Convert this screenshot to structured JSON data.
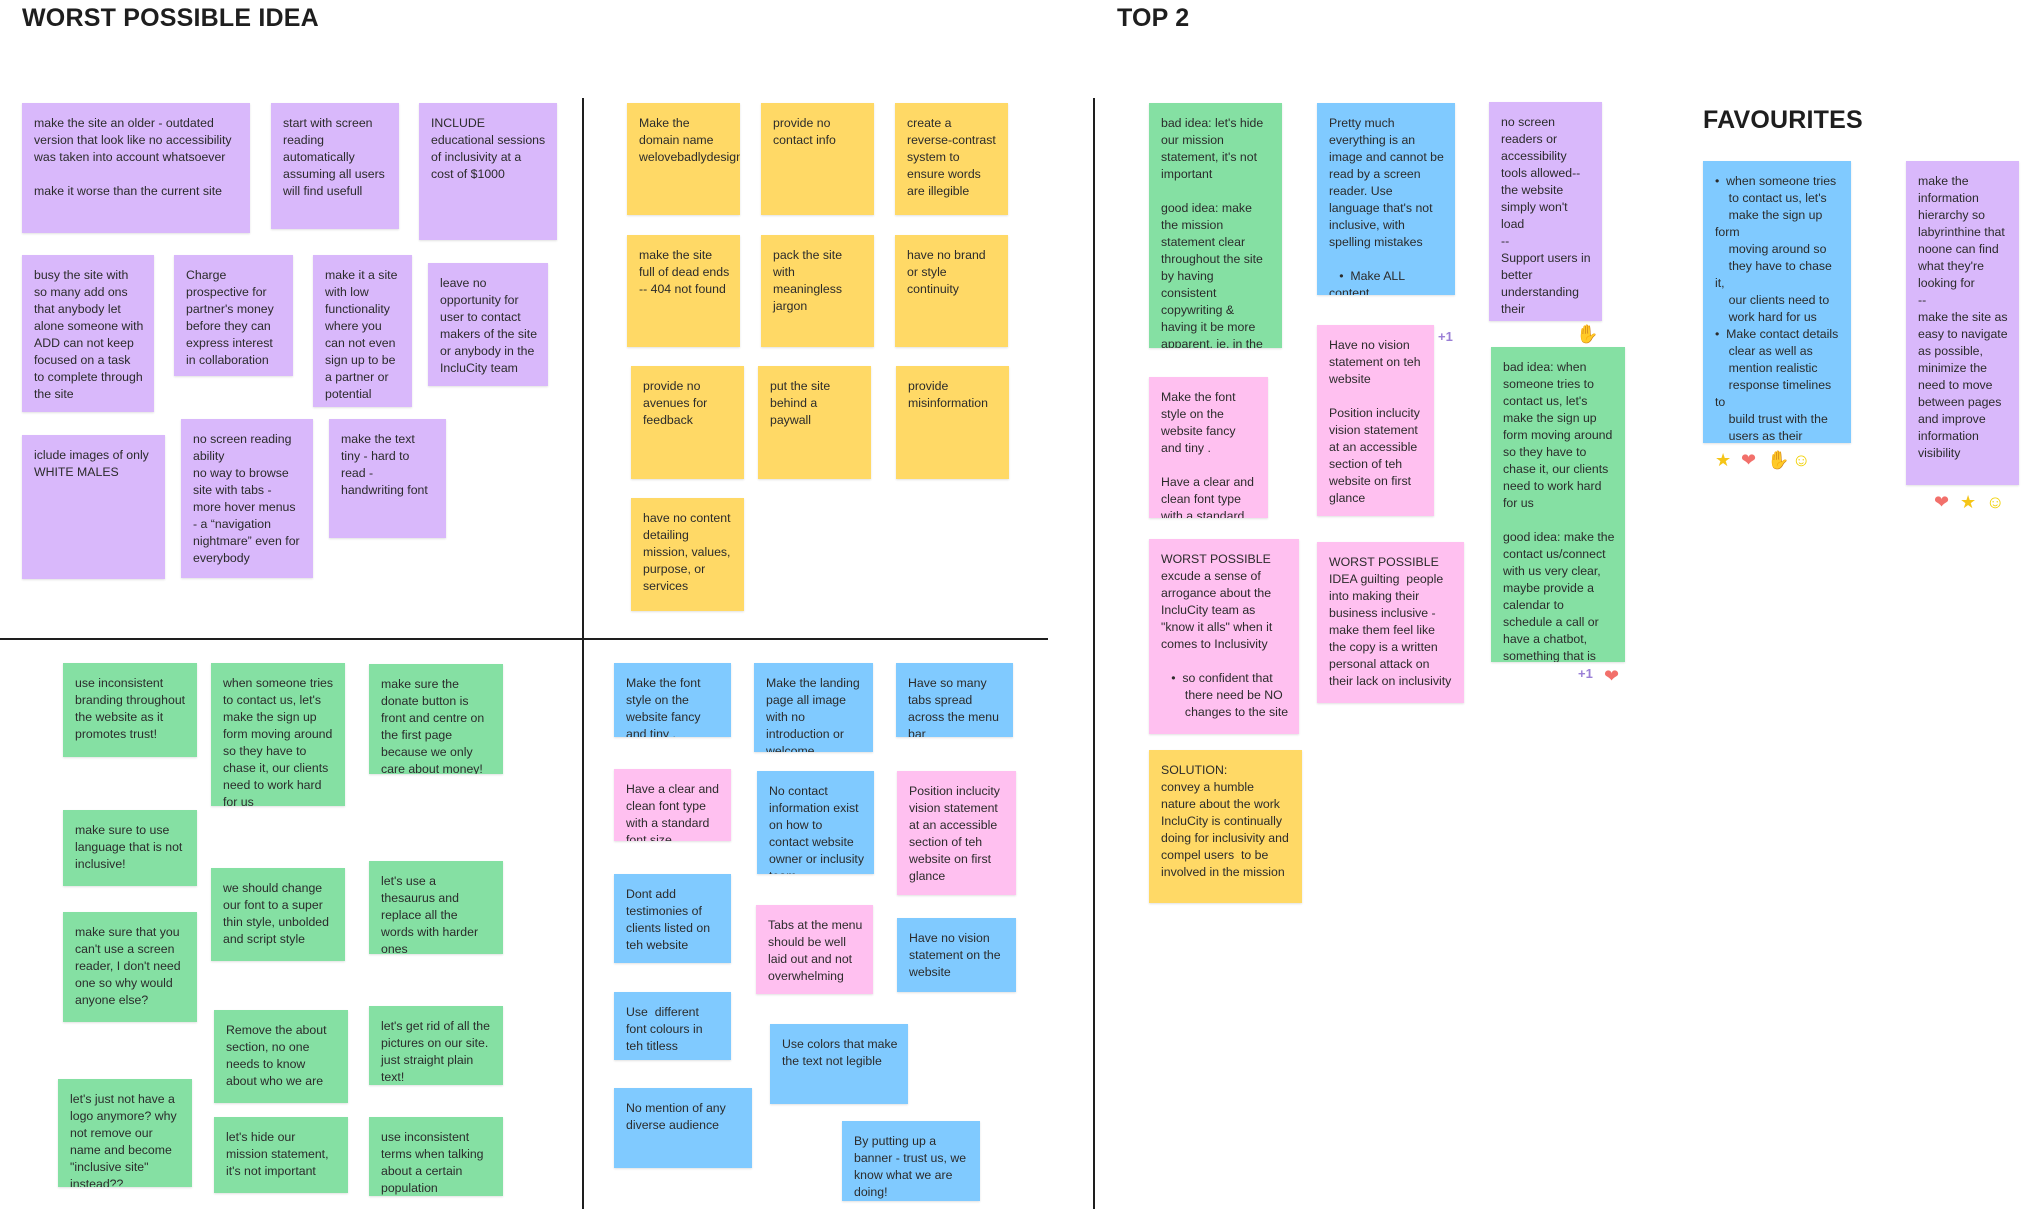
{
  "sections": {
    "worst": "WORST POSSIBLE IDEA",
    "top2": "TOP 2",
    "favourites": "FAVOURITES"
  },
  "colors": {
    "purple": "#d9b8fb",
    "yellow": "#ffd966",
    "green": "#85e0a3",
    "blue": "#80caff",
    "pink": "#ffc0f0"
  },
  "notes": [
    {
      "color": "purple",
      "text": "make the site an older - outdated version that look like no accessibility was taken into account whatsoever\n\nmake it worse than the current site"
    },
    {
      "color": "purple",
      "text": "start with screen reading automatically assuming all users will find usefull"
    },
    {
      "color": "purple",
      "text": "INCLUDE educational sessions of inclusivity at a cost of $1000"
    },
    {
      "color": "purple",
      "text": "busy the site with so many add ons that anybody let alone someone with ADD can not keep focused on a task to complete through the site"
    },
    {
      "color": "purple",
      "text": "Charge prospective for partner's money before they can express interest in collaboration"
    },
    {
      "color": "purple",
      "text": "make it a site with low functionality where you can not even sign up to be  a partner or potential tester"
    },
    {
      "color": "purple",
      "text": "leave no opportunity for user to contact makers of the site or anybody in the IncluCity team"
    },
    {
      "color": "purple",
      "text": "iclude images of only WHITE MALES"
    },
    {
      "color": "purple",
      "text": "no screen reading ability\nno way to browse site with tabs - more hover menus - a “navigation nightmare” even for everybody"
    },
    {
      "color": "purple",
      "text": "make the text tiny - hard to read - handwriting font"
    },
    {
      "color": "yellow",
      "text": "Make the domain name welovebadlydesignedwebsites.com"
    },
    {
      "color": "yellow",
      "text": "provide no contact info"
    },
    {
      "color": "yellow",
      "text": "create a reverse-contrast system to ensure words are illegible"
    },
    {
      "color": "yellow",
      "text": "make the site full of dead ends -- 404 not found"
    },
    {
      "color": "yellow",
      "text": "pack the site with meaningless jargon"
    },
    {
      "color": "yellow",
      "text": "have no brand or style continuity"
    },
    {
      "color": "yellow",
      "text": "provide no avenues for feedback"
    },
    {
      "color": "yellow",
      "text": "put the site behind a paywall"
    },
    {
      "color": "yellow",
      "text": "provide misinformation"
    },
    {
      "color": "yellow",
      "text": "have no content detailing mission, values, purpose, or services"
    },
    {
      "color": "green",
      "text": "use inconsistent branding throughout the website as it promotes trust!"
    },
    {
      "color": "green",
      "text": "when someone tries to contact us, let's make the sign up form moving around so they have to chase it, our clients need to work hard for us"
    },
    {
      "color": "green",
      "text": "make sure the donate button is front and centre on the first page because we only care about money!"
    },
    {
      "color": "green",
      "text": "make sure to use language that is not inclusive!"
    },
    {
      "color": "green",
      "text": "make sure that you can't use a screen reader, I don't need one so why would anyone else?"
    },
    {
      "color": "green",
      "text": "we should change our font to a super thin style, unbolded and script style"
    },
    {
      "color": "green",
      "text": "let's use a thesaurus and replace all the words with harder ones"
    },
    {
      "color": "green",
      "text": "Remove the about section, no one needs to know about who we are"
    },
    {
      "color": "green",
      "text": "let's get rid of all the pictures on our site. just straight plain text!"
    },
    {
      "color": "green",
      "text": "let's just not have a logo anymore? why not remove our name and become \"inclusive site\" instead??"
    },
    {
      "color": "green",
      "text": "let's hide our mission statement, it's not important"
    },
    {
      "color": "green",
      "text": "use inconsistent terms when talking about a certain population"
    },
    {
      "color": "blue",
      "text": "Make the font style on the website fancy and tiny ."
    },
    {
      "color": "blue",
      "text": "Make the landing page all image with no introduction or welcome statement"
    },
    {
      "color": "blue",
      "text": "Have so many tabs spread across the menu bar"
    },
    {
      "color": "pink",
      "text": "Have a clear and clean font type with a standard font size"
    },
    {
      "color": "blue",
      "text": "No contact information exist on how to contact website owner or inclusity team"
    },
    {
      "color": "pink",
      "text": "Position inclucity vision statement at an accessible section of teh website on first glance"
    },
    {
      "color": "blue",
      "text": "Dont add testimonies of clients listed on teh website"
    },
    {
      "color": "pink",
      "text": "Tabs at the menu should be well laid out and not overwhelming"
    },
    {
      "color": "blue",
      "text": "Have no vision statement on the website"
    },
    {
      "color": "blue",
      "text": "Use  different font colours in teh titless"
    },
    {
      "color": "blue",
      "text": "Use colors that make the text not legible"
    },
    {
      "color": "blue",
      "text": "No mention of any diverse audience"
    },
    {
      "color": "blue",
      "text": "By putting up a banner - trust us, we know what we are doing!"
    },
    {
      "color": "green",
      "text": "bad idea: let's hide our mission statement, it's not important\n\ngood idea: make the mission statement clear throughout the site by having consistent copywriting & having it be more apparent, ie. in the footer or something like that"
    },
    {
      "color": "blue",
      "text": "Pretty much everything is an image and cannot be read by a screen reader. Use language that's not inclusive, with spelling mistakes\n\n   •  Make ALL content\n       screen-reader\n       friendly"
    },
    {
      "color": "purple",
      "text": "no screen readers or accessibility tools allowed-- the website simply won't load\n--\nSupport users in better understanding their accessibility options"
    },
    {
      "color": "pink",
      "text": "Make the font style on the website fancy and tiny .\n\nHave a clear and clean font type with a standard font size"
    },
    {
      "color": "pink",
      "text": "Have no vision statement on teh website\n\nPosition inclucity vision statement at an accessible section of teh website on first glance"
    },
    {
      "color": "green",
      "text": "bad idea: when someone tries to contact us, let's make the sign up form moving around so they have to chase it, our clients need to work hard for us\n\ngood idea: make the contact us/connect with us very clear, maybe provide a calendar to schedule a call or have a chatbot, something that is more then filling out a form"
    },
    {
      "color": "pink",
      "text": "WORST POSSIBLE\nexcude a sense of arrogance about the IncluCity team as \"know it alls\" when it comes to Inclusivity\n\n   •  so confident that\n       there need be NO\n       changes to the site"
    },
    {
      "color": "pink",
      "text": "WORST POSSIBLE IDEA guilting  people into making their business inclusive - make them feel like the copy is a written personal attack on their lack on inclusivity"
    },
    {
      "color": "yellow",
      "text": "SOLUTION:\nconvey a humble nature about the work IncluCity is continually doing for inclusivity and compel users  to be involved in the mission"
    },
    {
      "color": "blue",
      "text": "•  when someone tries\n    to contact us, let's\n    make the sign up form\n    moving around so\n    they have to chase it,\n    our clients need to\n    work hard for us\n•  Make contact details\n    clear as well as\n    mention realistic\n    response timelines to\n    build trust with the\n    users as their\n    expectations have\n    been met"
    },
    {
      "color": "purple",
      "text": "make the information hierarchy so labyrinthine that noone can find what they're looking for\n--\nmake the site as easy to navigate as possible, minimize the need to move between pages and improve information visibility"
    }
  ],
  "reactions": {
    "plus_one": "+1"
  }
}
